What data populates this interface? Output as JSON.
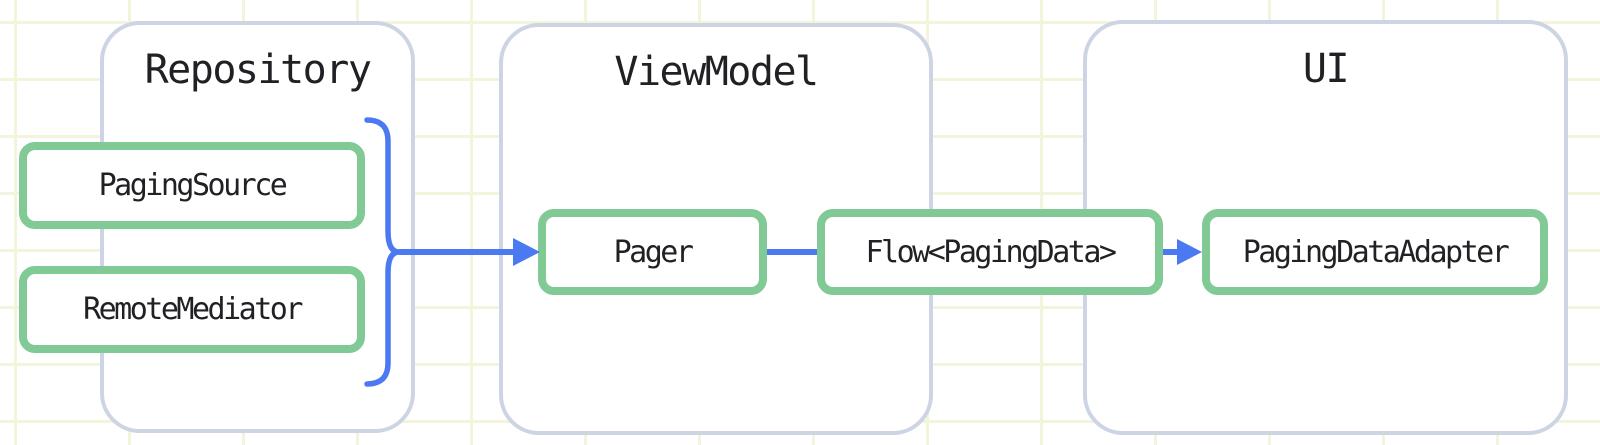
{
  "containers": {
    "repository": {
      "title": "Repository"
    },
    "viewmodel": {
      "title": "ViewModel"
    },
    "ui": {
      "title": "UI"
    }
  },
  "nodes": {
    "paging_source": {
      "label": "PagingSource"
    },
    "remote_mediator": {
      "label": "RemoteMediator"
    },
    "pager": {
      "label": "Pager"
    },
    "flow": {
      "label": "Flow<PagingData>"
    },
    "paging_data_adapter": {
      "label": "PagingDataAdapter"
    }
  },
  "colors": {
    "node_border_green": "#81c995",
    "connector_blue": "#4a79f2",
    "container_border": "#cdd5e4",
    "grid_line": "#f2f5dc",
    "text": "#202124",
    "background": "#ffffff"
  }
}
